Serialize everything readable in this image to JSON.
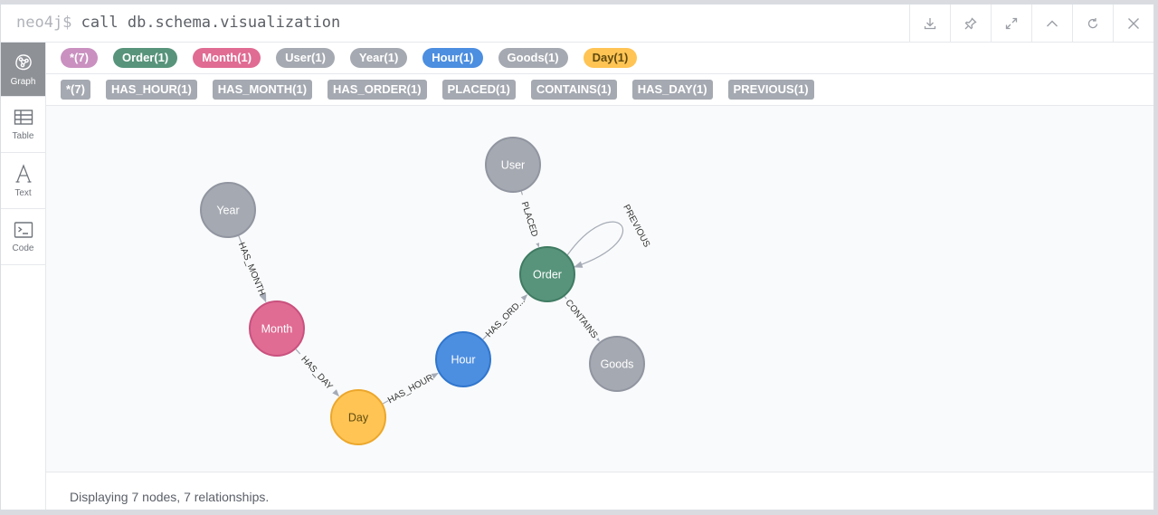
{
  "command": {
    "prompt": "neo4j$",
    "query": "call db.schema.visualization"
  },
  "sidebar": {
    "views": [
      {
        "id": "graph",
        "label": "Graph",
        "icon": "graph-icon",
        "active": true
      },
      {
        "id": "table",
        "label": "Table",
        "icon": "table-icon",
        "active": false
      },
      {
        "id": "text",
        "label": "Text",
        "icon": "text-icon",
        "active": false
      },
      {
        "id": "code",
        "label": "Code",
        "icon": "code-icon",
        "active": false
      }
    ]
  },
  "frame_actions": [
    {
      "id": "download",
      "icon": "download-icon"
    },
    {
      "id": "pin",
      "icon": "pin-icon"
    },
    {
      "id": "expand",
      "icon": "expand-icon"
    },
    {
      "id": "collapse",
      "icon": "chevron-up-icon"
    },
    {
      "id": "rerun",
      "icon": "rerun-icon"
    },
    {
      "id": "close",
      "icon": "close-icon"
    }
  ],
  "node_labels": [
    {
      "label": "*(7)",
      "color": "#c990c0",
      "text_color": "#ffffff"
    },
    {
      "label": "Order(1)",
      "color": "#57947b",
      "text_color": "#ffffff"
    },
    {
      "label": "Month(1)",
      "color": "#e06b93",
      "text_color": "#ffffff"
    },
    {
      "label": "User(1)",
      "color": "#a5a9b1",
      "text_color": "#ffffff"
    },
    {
      "label": "Year(1)",
      "color": "#a5a9b1",
      "text_color": "#ffffff"
    },
    {
      "label": "Hour(1)",
      "color": "#4c8ee0",
      "text_color": "#ffffff"
    },
    {
      "label": "Goods(1)",
      "color": "#a5a9b1",
      "text_color": "#ffffff"
    },
    {
      "label": "Day(1)",
      "color": "#ffc454",
      "text_color": "#604a0e"
    }
  ],
  "relationship_types": [
    {
      "label": "*(7)"
    },
    {
      "label": "HAS_HOUR(1)"
    },
    {
      "label": "HAS_MONTH(1)"
    },
    {
      "label": "HAS_ORDER(1)"
    },
    {
      "label": "PLACED(1)"
    },
    {
      "label": "CONTAINS(1)"
    },
    {
      "label": "HAS_DAY(1)"
    },
    {
      "label": "PREVIOUS(1)"
    }
  ],
  "graph": {
    "nodes": [
      {
        "id": "year",
        "label": "Year",
        "fill": "#a5a9b1",
        "stroke": "#9195a0",
        "text_color": "#ffffff"
      },
      {
        "id": "month",
        "label": "Month",
        "fill": "#e06b93",
        "stroke": "#c9517d",
        "text_color": "#ffffff"
      },
      {
        "id": "day",
        "label": "Day",
        "fill": "#ffc454",
        "stroke": "#eca72b",
        "text_color": "#604a0e"
      },
      {
        "id": "hour",
        "label": "Hour",
        "fill": "#4c8ee0",
        "stroke": "#3076cd",
        "text_color": "#ffffff"
      },
      {
        "id": "order",
        "label": "Order",
        "fill": "#57947b",
        "stroke": "#3f7b63",
        "text_color": "#ffffff"
      },
      {
        "id": "user",
        "label": "User",
        "fill": "#a5a9b1",
        "stroke": "#9195a0",
        "text_color": "#ffffff"
      },
      {
        "id": "goods",
        "label": "Goods",
        "fill": "#a5a9b1",
        "stroke": "#9195a0",
        "text_color": "#ffffff"
      }
    ],
    "relationships": [
      {
        "from": "year",
        "to": "month",
        "label": "HAS_MONTH"
      },
      {
        "from": "month",
        "to": "day",
        "label": "HAS_DAY"
      },
      {
        "from": "day",
        "to": "hour",
        "label": "HAS_HOUR"
      },
      {
        "from": "hour",
        "to": "order",
        "label": "HAS_ORD..."
      },
      {
        "from": "user",
        "to": "order",
        "label": "PLACED"
      },
      {
        "from": "order",
        "to": "goods",
        "label": "CONTAINS"
      },
      {
        "from": "order",
        "to": "order",
        "label": "PREVIOUS"
      }
    ]
  },
  "status": "Displaying 7 nodes, 7 relationships."
}
